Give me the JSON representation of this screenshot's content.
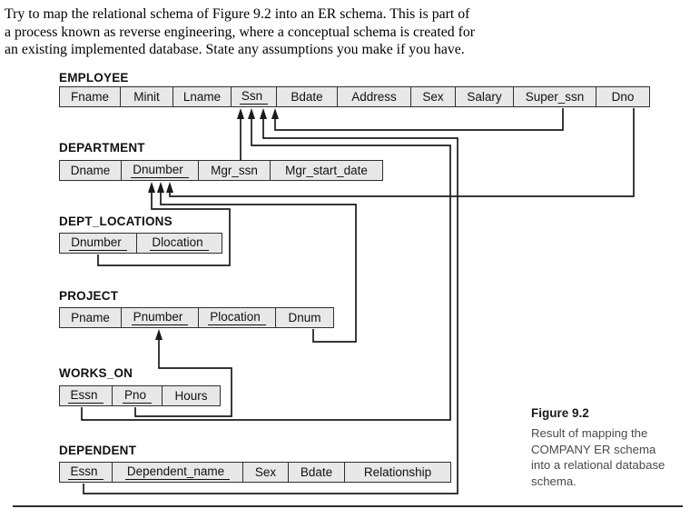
{
  "intro": {
    "lines": [
      "Try to map the relational schema of Figure 9.2 into an ER schema. This is part of",
      "a process known as reverse engineering, where a conceptual schema is created for",
      "an existing implemented database. State any assumptions you make if you have."
    ]
  },
  "tables": [
    {
      "name": "EMPLOYEE",
      "columns": [
        {
          "label": "Fname"
        },
        {
          "label": "Minit"
        },
        {
          "label": "Lname"
        },
        {
          "label": "Ssn",
          "key": true
        },
        {
          "label": "Bdate"
        },
        {
          "label": "Address"
        },
        {
          "label": "Sex"
        },
        {
          "label": "Salary"
        },
        {
          "label": "Super_ssn"
        },
        {
          "label": "Dno"
        }
      ]
    },
    {
      "name": "DEPARTMENT",
      "columns": [
        {
          "label": "Dname"
        },
        {
          "label": "Dnumber",
          "key": true
        },
        {
          "label": "Mgr_ssn"
        },
        {
          "label": "Mgr_start_date"
        }
      ]
    },
    {
      "name": "DEPT_LOCATIONS",
      "columns": [
        {
          "label": "Dnumber",
          "key": true
        },
        {
          "label": "Dlocation",
          "key": true
        }
      ]
    },
    {
      "name": "PROJECT",
      "columns": [
        {
          "label": "Pname"
        },
        {
          "label": "Pnumber",
          "key": true
        },
        {
          "label": "Plocation",
          "key": true
        },
        {
          "label": "Dnum"
        }
      ]
    },
    {
      "name": "WORKS_ON",
      "columns": [
        {
          "label": "Essn",
          "key": true
        },
        {
          "label": "Pno",
          "key": true
        },
        {
          "label": "Hours"
        }
      ]
    },
    {
      "name": "DEPENDENT",
      "columns": [
        {
          "label": "Essn",
          "key": true
        },
        {
          "label": "Dependent_name",
          "key": true
        },
        {
          "label": "Sex"
        },
        {
          "label": "Bdate"
        },
        {
          "label": "Relationship"
        }
      ]
    }
  ],
  "caption": {
    "title": "Figure 9.2",
    "lines": [
      "Result of mapping the",
      "COMPANY ER schema",
      "into a relational database",
      "schema."
    ]
  },
  "relationships": [
    {
      "from": "DEPARTMENT.Mgr_ssn",
      "to": "EMPLOYEE.Ssn"
    },
    {
      "from": "EMPLOYEE.Super_ssn",
      "to": "EMPLOYEE.Ssn"
    },
    {
      "from": "WORKS_ON.Essn",
      "to": "EMPLOYEE.Ssn"
    },
    {
      "from": "DEPENDENT.Essn",
      "to": "EMPLOYEE.Ssn"
    },
    {
      "from": "EMPLOYEE.Dno",
      "to": "DEPARTMENT.Dnumber"
    },
    {
      "from": "PROJECT.Dnum",
      "to": "DEPARTMENT.Dnumber"
    },
    {
      "from": "DEPT_LOCATIONS.Dnumber",
      "to": "DEPARTMENT.Dnumber"
    },
    {
      "from": "WORKS_ON.Pno",
      "to": "PROJECT.Pnumber"
    }
  ],
  "colors": {
    "cell_bg": "#e8e8e8",
    "border": "#2e2e2e",
    "line": "#1a1a1a",
    "caption_text": "#4a4a4a"
  }
}
